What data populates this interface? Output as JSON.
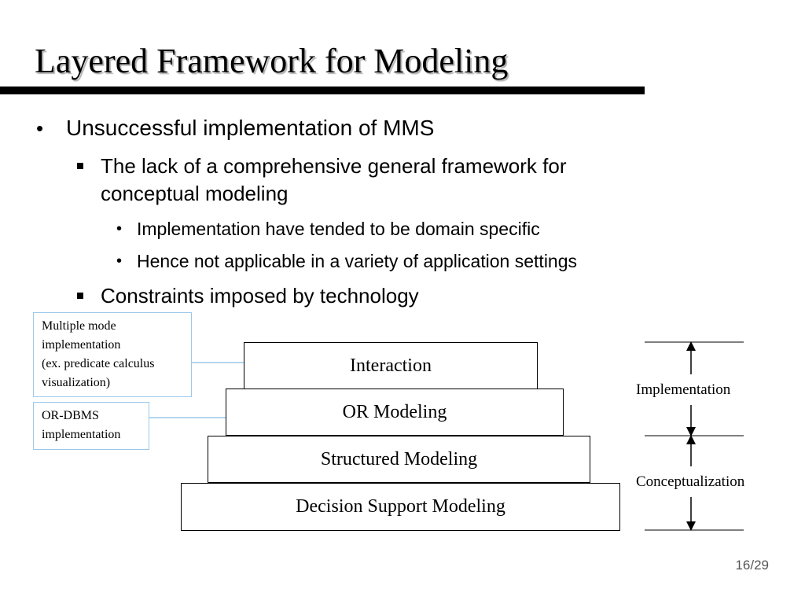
{
  "slide": {
    "title": "Layered Framework for Modeling",
    "page_number": "16/29"
  },
  "bullets": {
    "level1": {
      "mark": "•",
      "text": "Unsuccessful implementation of MMS"
    },
    "sub1": {
      "text_line1": "The lack of a comprehensive general framework for",
      "text_line2": "conceptual modeling"
    },
    "subsub": [
      {
        "mark": "•",
        "text": "Implementation have tended to be domain specific"
      },
      {
        "mark": "•",
        "text": "Hence not applicable in a variety of application settings"
      }
    ],
    "sub2": {
      "text": "Constraints imposed by technology"
    }
  },
  "callouts": {
    "multiple_mode": [
      "Multiple mode",
      "implementation",
      "(ex. predicate calculus",
      "visualization)"
    ],
    "or_dbms": [
      "OR-DBMS",
      "implementation"
    ]
  },
  "layers": {
    "interaction": "Interaction",
    "or_modeling": "OR Modeling",
    "structured_modeling": "Structured Modeling",
    "decision_support_modeling": "Decision Support Modeling"
  },
  "side_labels": {
    "implementation": "Implementation",
    "conceptualization": "Conceptualization"
  },
  "colors": {
    "callout_border": "#9cc8e8",
    "callout_line": "#9cc8e8"
  }
}
